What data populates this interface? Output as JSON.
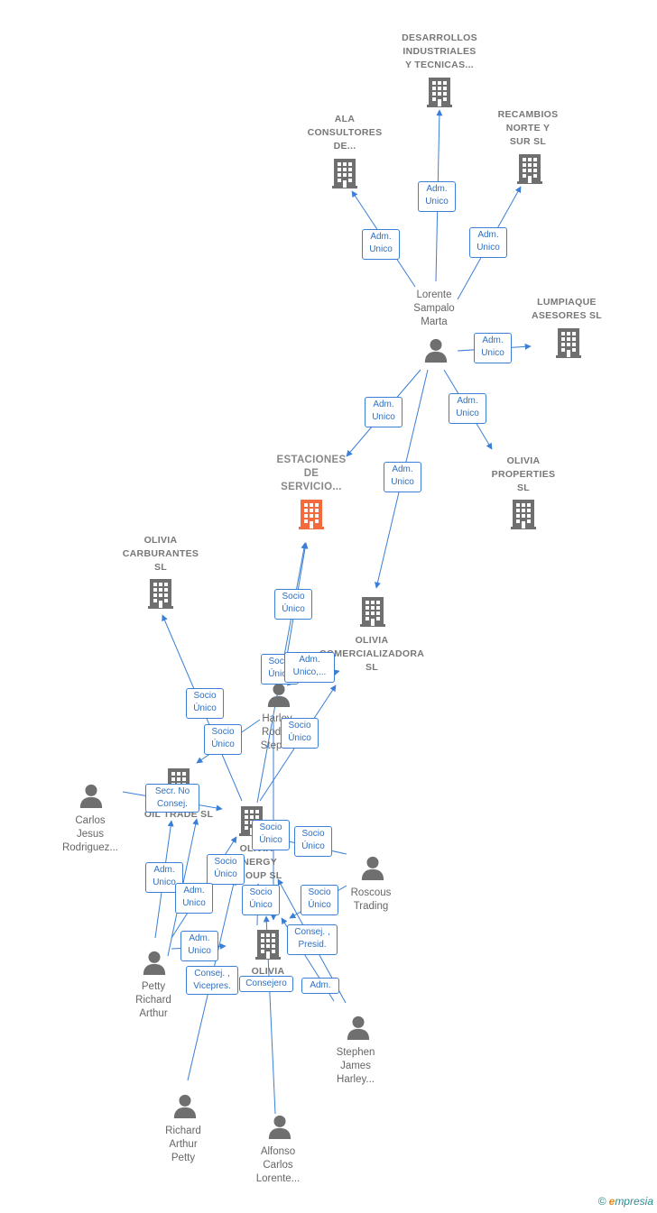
{
  "colors": {
    "edge": "#3a7fd5",
    "node": "#6f6f6f",
    "focus": "#f26a3d",
    "text": "#666666"
  },
  "nodes": [
    {
      "id": "desarrollos",
      "kind": "company",
      "label": "DESARROLLOS\nINDUSTRIALES\nY TECNICAS..."
    },
    {
      "id": "ala",
      "kind": "company",
      "label": "ALA\nCONSULTORES\nDE..."
    },
    {
      "id": "recambios",
      "kind": "company",
      "label": "RECAMBIOS\nNORTE Y\nSUR SL"
    },
    {
      "id": "lumpiaque",
      "kind": "company",
      "label": "LUMPIAQUE\nASESORES SL"
    },
    {
      "id": "lorente_sampalo",
      "kind": "person",
      "label": "Lorente\nSampalo\nMarta"
    },
    {
      "id": "estaciones",
      "kind": "focus",
      "label": "ESTACIONES\nDE\nSERVICIO..."
    },
    {
      "id": "olivia_properties",
      "kind": "company",
      "label": "OLIVIA\nPROPERTIES\nSL"
    },
    {
      "id": "olivia_carburantes",
      "kind": "company",
      "label": "OLIVIA\nCARBURANTES\nSL"
    },
    {
      "id": "olivia_comercializadora",
      "kind": "company",
      "label": "OLIVIA\nCOMERCIALIZADORA\nSL"
    },
    {
      "id": "harley",
      "kind": "person",
      "label": "Harley\nRoderi\nStephe"
    },
    {
      "id": "carlos",
      "kind": "person",
      "label": "Carlos\nJesus\nRodriguez..."
    },
    {
      "id": "oil_trade",
      "kind": "company",
      "label": "OIL TRADE SL"
    },
    {
      "id": "olivia_energy",
      "kind": "company",
      "label": "OLIVIA\nENERGY\nGROUP SL"
    },
    {
      "id": "roscous",
      "kind": "person",
      "label": "Roscous\nTrading"
    },
    {
      "id": "petty",
      "kind": "person",
      "label": "Petty\nRichard\nArthur"
    },
    {
      "id": "olivia_bottom",
      "kind": "company",
      "label": "OLIVIA\n..."
    },
    {
      "id": "stephen",
      "kind": "person",
      "label": "Stephen\nJames\nHarley..."
    },
    {
      "id": "richard",
      "kind": "person",
      "label": "Richard\nArthur\nPetty"
    },
    {
      "id": "alfonso",
      "kind": "person",
      "label": "Alfonso\nCarlos\nLorente..."
    }
  ],
  "edges": [
    {
      "from": "lorente_sampalo",
      "to": "desarrollos",
      "label": "Adm.\nUnico"
    },
    {
      "from": "lorente_sampalo",
      "to": "ala",
      "label": "Adm.\nUnico"
    },
    {
      "from": "lorente_sampalo",
      "to": "recambios",
      "label": "Adm.\nUnico"
    },
    {
      "from": "lorente_sampalo",
      "to": "lumpiaque",
      "label": "Adm.\nUnico"
    },
    {
      "from": "lorente_sampalo",
      "to": "estaciones",
      "label": "Adm.\nUnico"
    },
    {
      "from": "lorente_sampalo",
      "to": "olivia_properties",
      "label": "Adm.\nUnico"
    },
    {
      "from": "lorente_sampalo",
      "to": "olivia_comercializadora",
      "label": "Adm.\nUnico"
    },
    {
      "from": "olivia_energy",
      "to": "estaciones",
      "label": "Socio\nÚnico"
    },
    {
      "from": "olivia_energy",
      "to": "olivia_carburantes",
      "label": "Socio\nÚnico"
    },
    {
      "from": "harley",
      "to": "estaciones",
      "label": "Socio\nÚnico"
    },
    {
      "from": "harley",
      "to": "olivia_comercializadora",
      "label": "Adm.\nUnico,..."
    },
    {
      "from": "olivia_energy",
      "to": "olivia_comercializadora",
      "label": "Socio\nÚnico"
    },
    {
      "from": "harley",
      "to": "oil_trade",
      "label": "Socio\nÚnico"
    },
    {
      "from": "carlos",
      "to": "oil_trade",
      "label": "Secr. No\nConsej."
    },
    {
      "from": "harley",
      "to": "olivia_energy",
      "label": "Socio\nÚnico"
    },
    {
      "from": "roscous",
      "to": "olivia_energy",
      "label": "Socio\nÚnico"
    },
    {
      "from": "petty",
      "to": "oil_trade",
      "label": "Adm.\nUnico"
    },
    {
      "from": "petty",
      "to": "olivia_energy",
      "label": "Socio\nÚnico"
    },
    {
      "from": "petty",
      "to": "oil_trade",
      "label": "Adm.\nUnico"
    },
    {
      "from": "olivia_bottom",
      "to": "olivia_energy",
      "label": "Socio\nÚnico"
    },
    {
      "from": "roscous",
      "to": "olivia_bottom",
      "label": "Socio\nÚnico"
    },
    {
      "from": "stephen",
      "to": "olivia_bottom",
      "label": "Consej. ,\nPresid."
    },
    {
      "from": "petty",
      "to": "olivia_bottom",
      "label": "Adm.\nUnico"
    },
    {
      "from": "richard",
      "to": "olivia_energy",
      "label": "Consej. ,\nVicepres."
    },
    {
      "from": "alfonso",
      "to": "olivia_energy",
      "label": "Consejero"
    },
    {
      "from": "stephen",
      "to": "olivia_energy",
      "label": "Adm."
    }
  ],
  "watermark": {
    "symbol": "©",
    "brand_initial": "e",
    "brand_rest": "mpresia"
  }
}
